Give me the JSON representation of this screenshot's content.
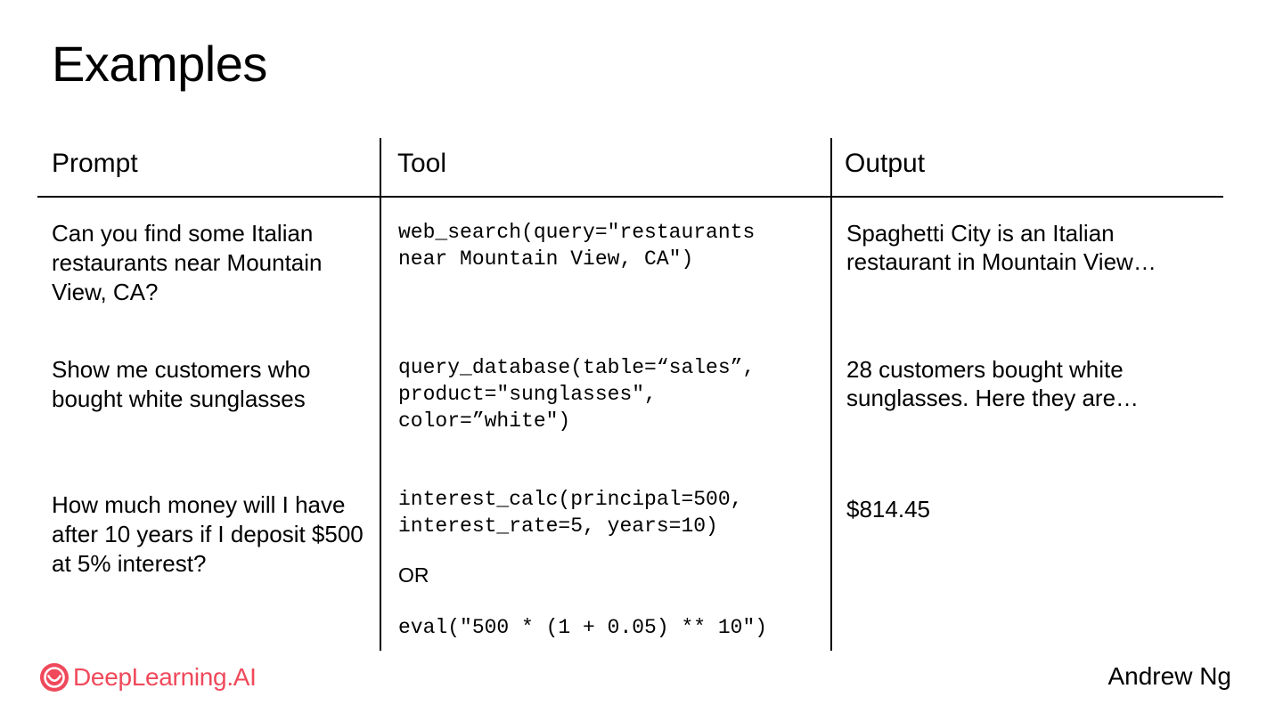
{
  "slide": {
    "title": "Examples",
    "author": "Andrew Ng",
    "brand": "DeepLearning.AI",
    "brand_color": "#f0495b"
  },
  "table": {
    "headers": [
      "Prompt",
      "Tool",
      "Output"
    ],
    "rows": [
      {
        "prompt": "Can you find some Italian restaurants near Mountain View, CA?",
        "tool": "web_search(query=\"restaurants\nnear Mountain View, CA\")",
        "output": "Spaghetti City is an Italian restaurant in Mountain View…"
      },
      {
        "prompt": "Show me customers who bought white sunglasses",
        "tool": "query_database(table=“sales”,\nproduct=\"sunglasses\",\ncolor=”white\")",
        "output": "28 customers bought white sunglasses. Here they are…"
      },
      {
        "prompt": "How much money will I have after 10 years if I deposit $500 at 5% interest?",
        "tool": "interest_calc(principal=500,\ninterest_rate=5, years=10)",
        "tool_or": "OR",
        "tool_alt": "eval(\"500 * (1 + 0.05) ** 10\")",
        "output": "$814.45"
      }
    ]
  }
}
